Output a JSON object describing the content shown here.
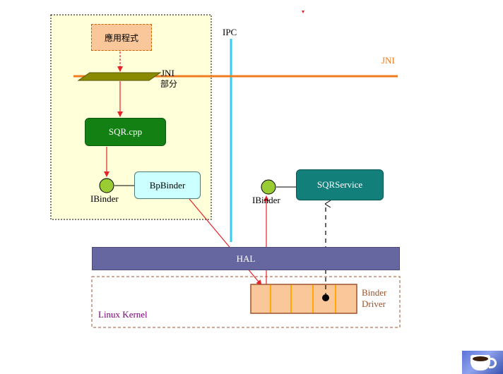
{
  "labels": {
    "ipc": "IPC",
    "jni_right": "JNI",
    "jni_left_line1": "JNI",
    "jni_left_line2": "部分",
    "ibinder_left": "IBinder",
    "ibinder_right": "IBinder",
    "linux_kernel": "Linux Kernel",
    "binder_driver_line1": "Binder",
    "binder_driver_line2": "Driver"
  },
  "boxes": {
    "app": "應用程式",
    "sqr_cpp": "SQR.cpp",
    "bp_binder": "BpBinder",
    "sqr_service": "SQRService",
    "hal": "HAL"
  },
  "colors": {
    "jni_line": "#f07c22",
    "ipc_line": "#33ccee",
    "red_arrow": "#e8202a",
    "ibinder_node": "#99cc33",
    "binder_driver": "#f9c79a",
    "binder_divider": "#ffaa00",
    "kernel_border": "#a0522d",
    "user_space_fill": "#ffffd9",
    "linux_kernel_text": "#800080",
    "binder_driver_text": "#a0522d"
  }
}
